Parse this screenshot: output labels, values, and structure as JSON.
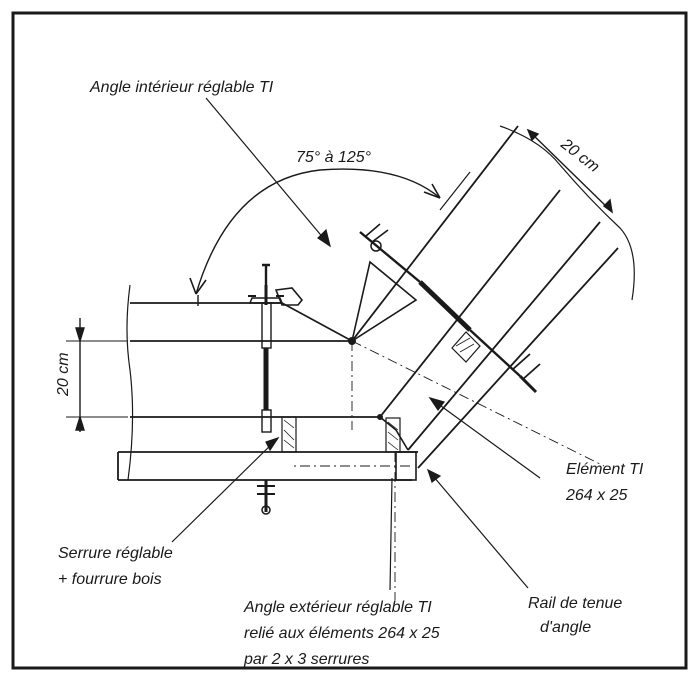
{
  "labels": {
    "inner_corner": "Angle intérieur réglable TI",
    "angle_range": "75° à 125°",
    "thickness_top": "20 cm",
    "thickness_left": "20 cm",
    "element_line1": "Elément TI",
    "element_line2": "264 x 25",
    "lock_line1": "Serrure réglable",
    "lock_line2": "+ fourrure bois",
    "outer_line1": "Angle extérieur réglable TI",
    "outer_line2": "relié aux éléments 264 x 25",
    "outer_line3": "par 2 x 3 serrures",
    "rail_line1": "Rail de tenue",
    "rail_line2": "d'angle"
  }
}
